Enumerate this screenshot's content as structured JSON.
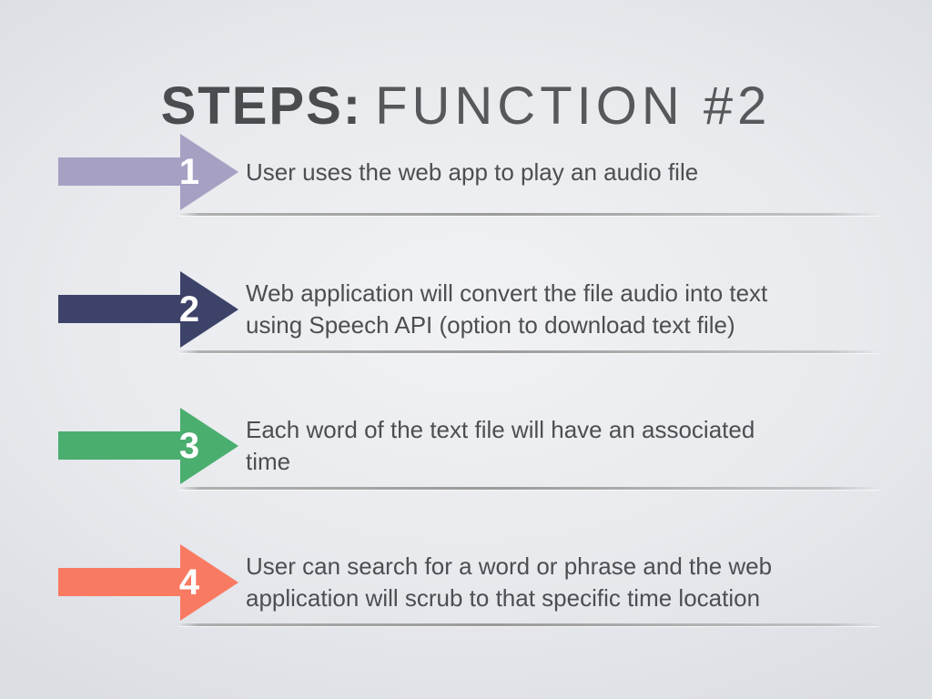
{
  "slide": {
    "title": {
      "bold": "STEPS:",
      "light": "FUNCTION #2"
    },
    "colors": {
      "background_center": "#f1f2f4",
      "background_mid": "#e8eaee",
      "background_edge": "#dbdee3",
      "title_bold": "#4b4c50",
      "title_light": "#57585c",
      "step_text": "#4d4e52",
      "divider": "#a6a6a6",
      "number": "#ffffff"
    },
    "steps": [
      {
        "number": "1",
        "arrow_color": "#a6a0c3",
        "text": "User uses the web app to play an audio file",
        "lines": [
          "User uses the web app to play an audio file"
        ]
      },
      {
        "number": "2",
        "arrow_color": "#3c4268",
        "text": "Web application will convert the file audio into text using Speech API (option to download text file)",
        "lines": [
          "Web application will convert the file audio into text",
          "using Speech API (option to download text file)"
        ]
      },
      {
        "number": "3",
        "arrow_color": "#4aae6f",
        "text": "Each word of the text file will have an associated time",
        "lines": [
          "Each word of the text file will have an associated",
          "time"
        ]
      },
      {
        "number": "4",
        "arrow_color": "#f97a62",
        "text": "User can search for a word or phrase and the web application will scrub to that specific time location",
        "lines": [
          "User can search for a word or phrase and the web",
          "application will scrub to that specific time location"
        ]
      }
    ]
  }
}
